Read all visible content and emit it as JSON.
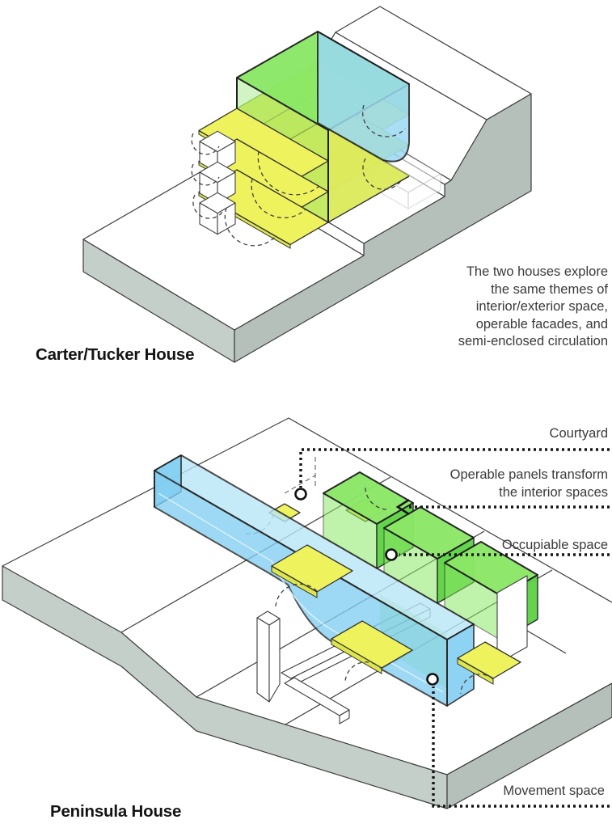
{
  "page": {
    "background": "#ffffff"
  },
  "colors": {
    "outline": "#3d3d3d",
    "terrain_side": "#c5cfc9",
    "terrain_side_dark": "#b6c0ba",
    "green": "#8be867",
    "green_dark": "#5cd244",
    "yellow": "#eef25c",
    "yellow_side": "#dde64d",
    "yellow_inner": "#dcea5b",
    "blue": "#9bd9f3",
    "bar_top": "#b8e7f7",
    "bar_front": "#82cff2",
    "text": "#3a3a3a",
    "title_text": "#141414"
  },
  "carter": {
    "title": "Carter/Tucker House",
    "note_lines": [
      "The two houses explore",
      "the same themes of",
      "interior/exterior space,",
      "operable facades, and",
      "semi-enclosed circulation"
    ]
  },
  "peninsula": {
    "title": "Peninsula House",
    "labels": {
      "courtyard": "Courtyard",
      "operable_line1": "Operable panels transform",
      "operable_line2": "the interior spaces",
      "occupiable": "Occupiable space",
      "movement": "Movement space"
    }
  }
}
